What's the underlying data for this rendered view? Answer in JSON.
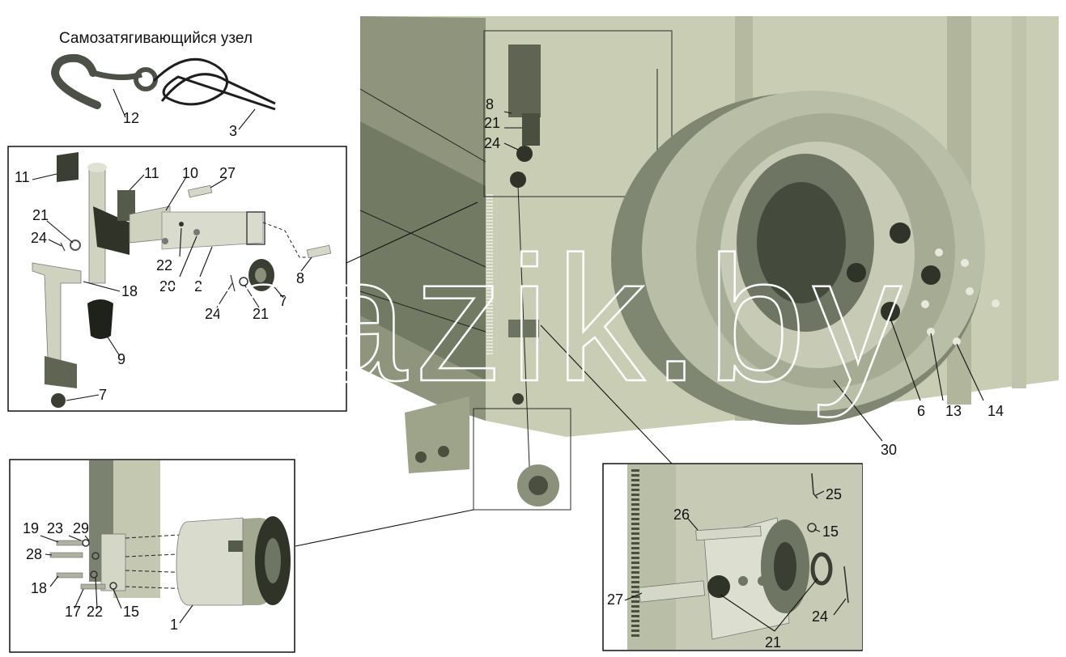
{
  "title": "Самозатягивающийся узел",
  "watermark": "mazik.by",
  "colors": {
    "body_panel": "#c9cdb4",
    "body_dark": "#8e957c",
    "tire": "#b9bea6",
    "tire_shadow": "#7f8671",
    "frame_stroke": "#000000"
  },
  "labels": {
    "knot": [
      "12",
      "3"
    ],
    "top_inset": [
      "11",
      "11",
      "10",
      "27",
      "21",
      "24",
      "22",
      "20",
      "2",
      "8",
      "24",
      "21",
      "7",
      "18",
      "9",
      "7"
    ],
    "main": [
      "8",
      "21",
      "24",
      "6",
      "13",
      "14",
      "30"
    ],
    "bottom_left": [
      "19",
      "23",
      "29",
      "28",
      "18",
      "17",
      "22",
      "15",
      "1"
    ],
    "bottom_right": [
      "25",
      "26",
      "15",
      "27",
      "24",
      "21"
    ]
  }
}
